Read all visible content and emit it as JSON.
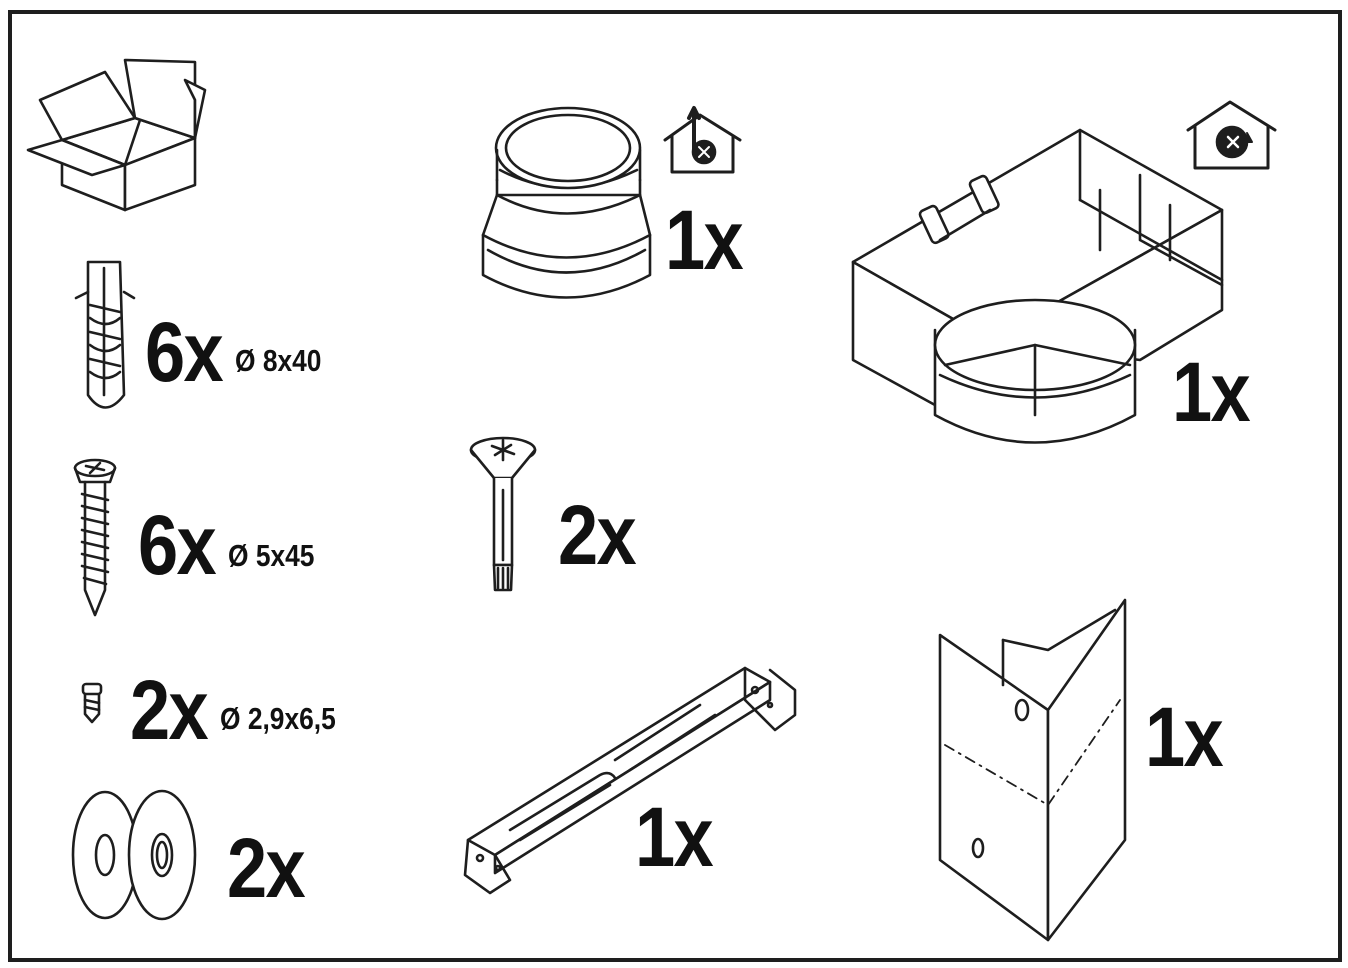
{
  "parts": [
    {
      "id": "box",
      "icon": "package-box-icon"
    },
    {
      "id": "wall-plug",
      "icon": "wall-plug-icon",
      "quantity": "6x",
      "spec": "Ø 8x40"
    },
    {
      "id": "wood-screw",
      "icon": "wood-screw-icon",
      "quantity": "6x",
      "spec": "Ø 5x45"
    },
    {
      "id": "small-screw",
      "icon": "small-screw-icon",
      "quantity": "2x",
      "spec": "Ø 2,9x6,5"
    },
    {
      "id": "washer",
      "icon": "washer-icon",
      "quantity": "2x"
    },
    {
      "id": "reducer",
      "icon": "duct-reducer-icon",
      "quantity": "1x",
      "mode_icon": "extraction-mode-icon"
    },
    {
      "id": "anchor-bolt",
      "icon": "anchor-bolt-icon",
      "quantity": "2x"
    },
    {
      "id": "bracket",
      "icon": "mounting-bracket-icon",
      "quantity": "1x"
    },
    {
      "id": "deflector",
      "icon": "air-deflector-icon",
      "quantity": "1x",
      "mode_icon": "recirculation-mode-icon"
    },
    {
      "id": "corner-panel",
      "icon": "chimney-corner-panel-icon",
      "quantity": "1x"
    }
  ],
  "colors": {
    "line": "#1e1e1e",
    "background": "#ffffff"
  }
}
